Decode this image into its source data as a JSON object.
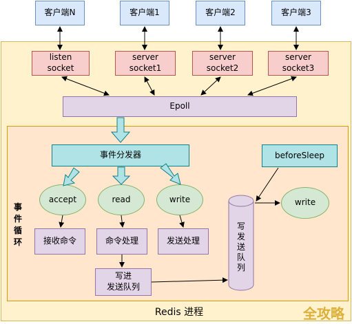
{
  "clients": [
    "客户端N",
    "客户端1",
    "客户端2",
    "客户端3"
  ],
  "sockets": [
    {
      "line1": "listen",
      "line2": "socket"
    },
    {
      "line1": "server",
      "line2": "socket1"
    },
    {
      "line1": "server",
      "line2": "socket2"
    },
    {
      "line1": "server",
      "line2": "socket3"
    }
  ],
  "epoll": "Epoll",
  "dispatcher": "事件分发器",
  "before_sleep": "beforeSleep",
  "events": [
    "accept",
    "read",
    "write"
  ],
  "handlers": [
    "接收命令",
    "命令处理",
    "发送处理"
  ],
  "write_queue_task": {
    "line1": "写进",
    "line2": "发送队列"
  },
  "queue_label": [
    "写",
    "发",
    "送",
    "队",
    "列"
  ],
  "write_out": "write",
  "loop_label": [
    "事",
    "件",
    "循",
    "环"
  ],
  "process_label": "Redis 进程",
  "watermark": "全攻略"
}
